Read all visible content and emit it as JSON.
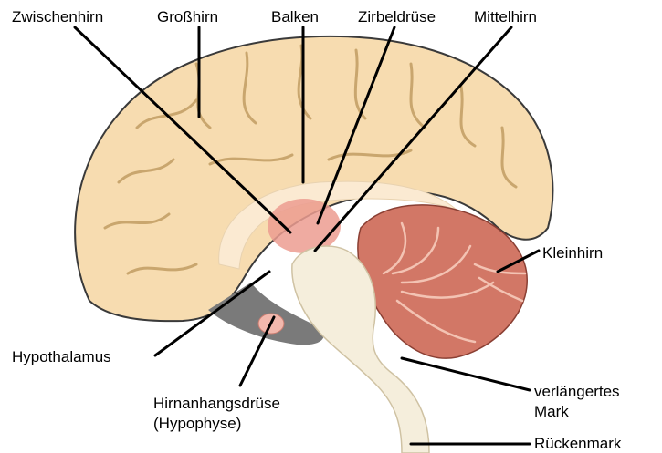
{
  "labels": {
    "zwischenhirn": "Zwischenhirn",
    "grosshirn": "Großhirn",
    "balken": "Balken",
    "zirbeldruese": "Zirbeldrüse",
    "mittelhirn": "Mittelhirn",
    "kleinhirn": "Kleinhirn",
    "hypothalamus": "Hypothalamus",
    "hypophyse_line1": "Hirnanhangsdrüse",
    "hypophyse_line2": "(Hypophyse)",
    "mark_line1": "verlängertes",
    "mark_line2": "Mark",
    "rueckenmark": "Rückenmark"
  },
  "colors": {
    "cerebrum": "#f7dcb0",
    "cerebrum_outline": "#3a3a3a",
    "corpus_callosum": "#fbead2",
    "thalamus": "#ec9c90",
    "brainstem": "#f5eedc",
    "cerebellum": "#d27766",
    "cerebellum_light": "#f3c3b3",
    "dark_region": "#7a7a7a",
    "pituitary": "#f2b8ad"
  }
}
